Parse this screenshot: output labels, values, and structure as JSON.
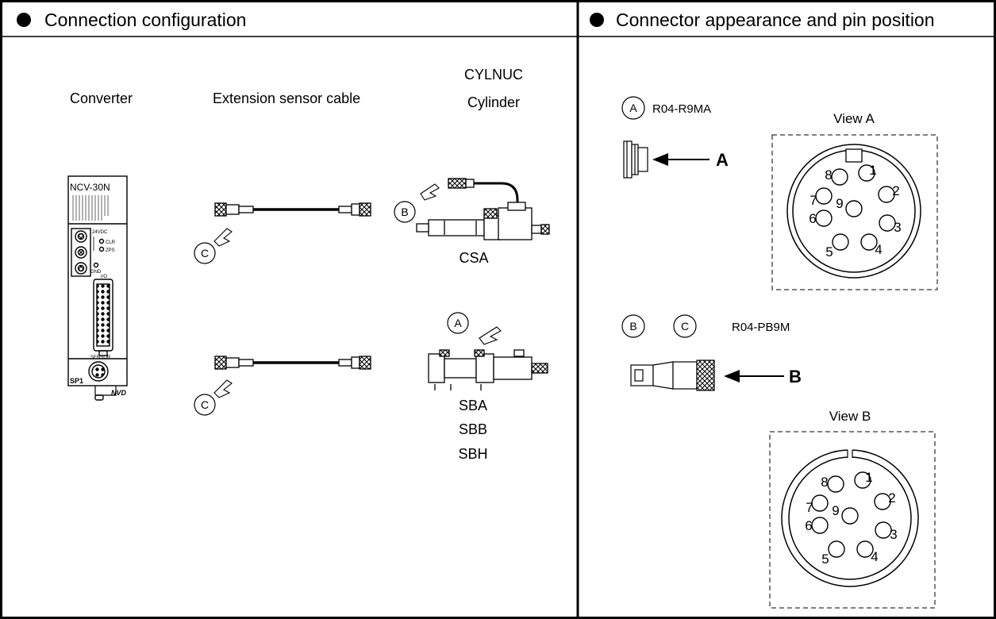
{
  "left_panel": {
    "header": "Connection configuration",
    "converter": {
      "label": "Converter",
      "model": "NCV-30N",
      "power_label": "24VDC",
      "led1": "CLR",
      "led2": "ZPS",
      "gnd_label": "GND",
      "io_label": "I/O",
      "sensor_label": "SENSOR",
      "channel_label": "SP1",
      "logo": "NVD"
    },
    "cable": {
      "label": "Extension sensor cable",
      "marker_top": "C",
      "marker_bottom": "C"
    },
    "cylinder": {
      "label_line1": "CYLNUC",
      "label_line2": "Cylinder",
      "csa_marker": "B",
      "csa_model": "CSA",
      "sb_marker": "A",
      "sb_models": [
        "SBA",
        "SBB",
        "SBH"
      ]
    }
  },
  "right_panel": {
    "header": "Connector appearance and pin position",
    "connector_a": {
      "marker": "A",
      "part": "R04-R9MA",
      "arrow_letter": "A",
      "view_label": "View A",
      "pins": [
        "1",
        "2",
        "3",
        "4",
        "5",
        "6",
        "7",
        "8",
        "9"
      ]
    },
    "connector_b": {
      "marker1": "B",
      "marker2": "C",
      "part": "R04-PB9M",
      "arrow_letter": "B",
      "view_label": "View B",
      "pins": [
        "1",
        "2",
        "3",
        "4",
        "5",
        "6",
        "7",
        "8",
        "9"
      ]
    }
  }
}
